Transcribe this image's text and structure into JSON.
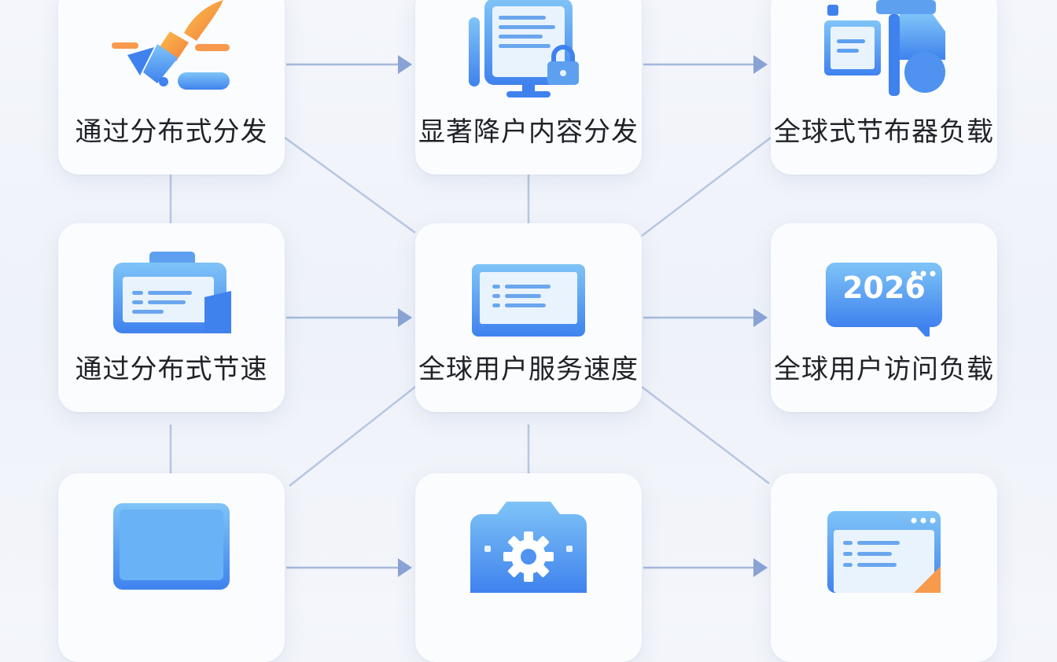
{
  "nodes": [
    {
      "id": "r1c1",
      "label": "通过分布式分发",
      "icon": "rocket-icon"
    },
    {
      "id": "r1c2",
      "label": "显著降户内容分发",
      "icon": "tablet-lock-icon"
    },
    {
      "id": "r1c3",
      "label": "全球式节布器负载",
      "icon": "document-card-icon"
    },
    {
      "id": "r2c1",
      "label": "通过分布式节速",
      "icon": "id-card-icon"
    },
    {
      "id": "r2c2",
      "label": "全球用户服务速度",
      "icon": "monitor-icon"
    },
    {
      "id": "r2c3",
      "label": "全球用户访问负载",
      "icon": "chat-bubble-icon",
      "icon_text": "2026"
    },
    {
      "id": "r3c1",
      "label": "",
      "icon": "display-icon"
    },
    {
      "id": "r3c2",
      "label": "",
      "icon": "camera-gear-icon"
    },
    {
      "id": "r3c3",
      "label": "",
      "icon": "browser-document-icon"
    }
  ],
  "colors": {
    "primary": "#3f82ee",
    "light": "#7fc4f7",
    "accent": "#f79a4c",
    "connector": "#a8b9dc",
    "arrow": "#8aa4d6"
  }
}
